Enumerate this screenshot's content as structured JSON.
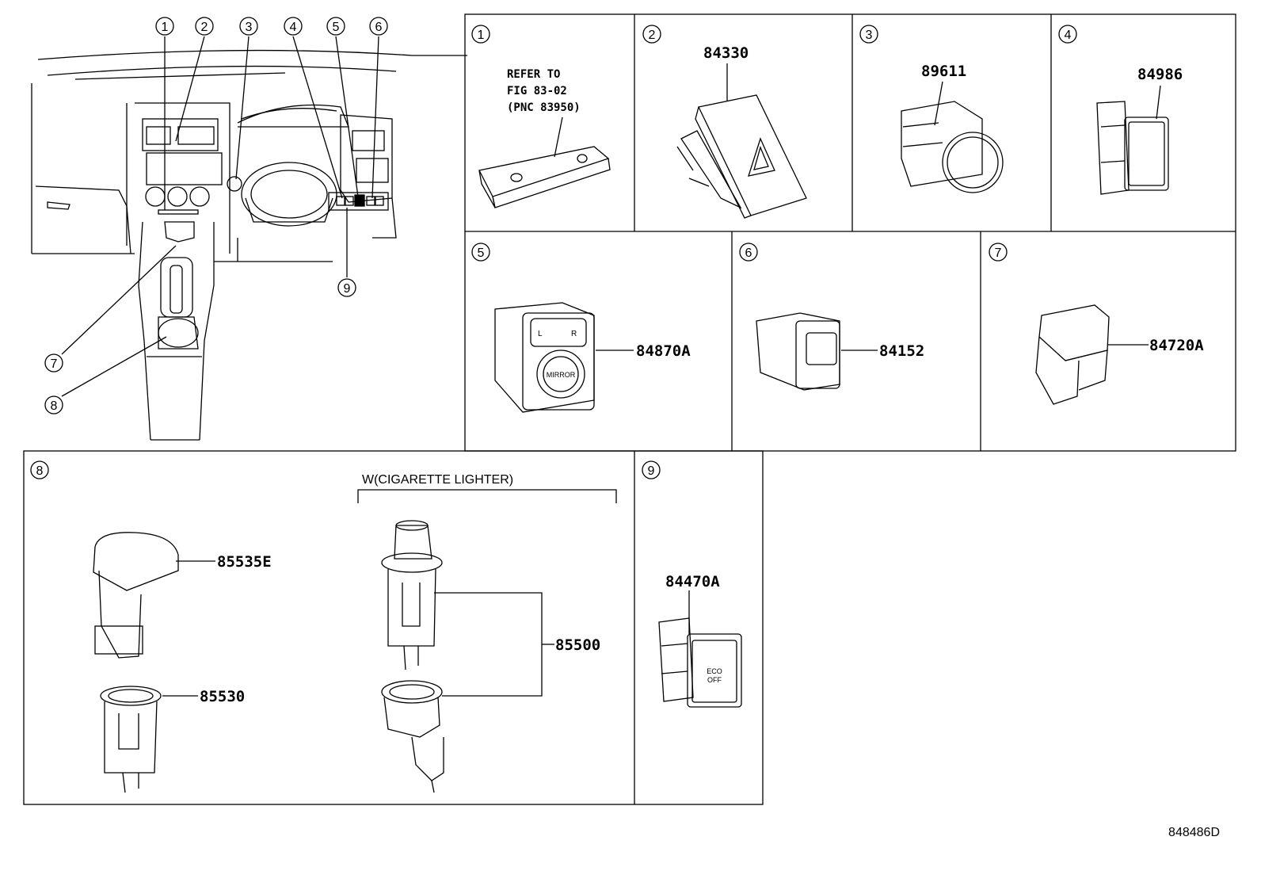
{
  "callouts": [
    "1",
    "2",
    "3",
    "4",
    "5",
    "6",
    "7",
    "8",
    "9"
  ],
  "panels": {
    "p1": {
      "num": "1",
      "ref": [
        "REFER TO",
        "FIG 83-02",
        "(PNC 83950)"
      ]
    },
    "p2": {
      "num": "2",
      "part": "84330"
    },
    "p3": {
      "num": "3",
      "part": "89611"
    },
    "p4": {
      "num": "4",
      "part": "84986"
    },
    "p5": {
      "num": "5",
      "part": "84870A",
      "labels": [
        "L",
        "R",
        "MIRROR"
      ]
    },
    "p6": {
      "num": "6",
      "part": "84152"
    },
    "p7": {
      "num": "7",
      "part": "84720A"
    },
    "p8": {
      "num": "8",
      "group": "W(CIGARETTE LIGHTER)",
      "parts": [
        "85535E",
        "85530",
        "85500"
      ]
    },
    "p9": {
      "num": "9",
      "part": "84470A",
      "button": [
        "ECO",
        "OFF"
      ]
    }
  },
  "diagram_id": "848486D"
}
